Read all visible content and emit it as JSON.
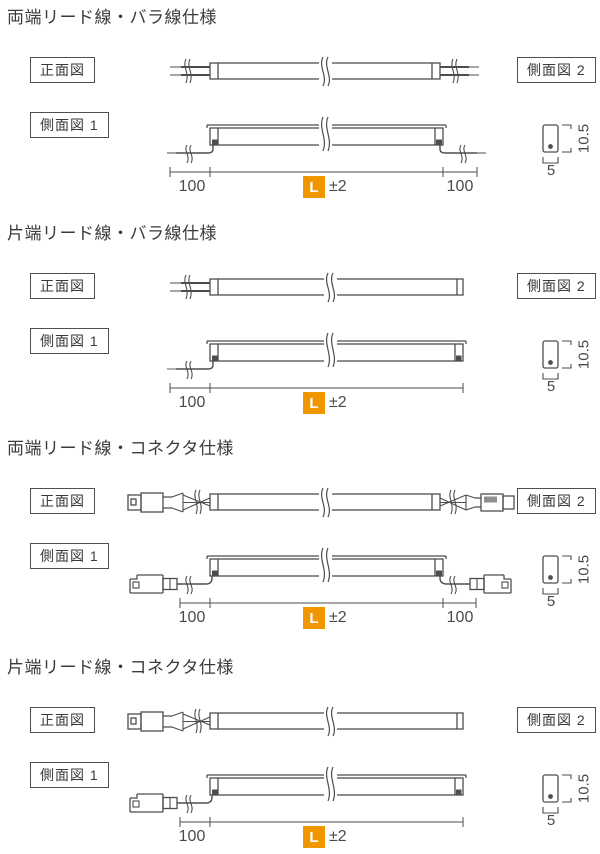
{
  "page": {
    "background": "#ffffff",
    "line_color": "#4d4d4d",
    "accent_color": "#f29600"
  },
  "labels": {
    "front_view": "正面図",
    "side_view_1": "側面図 1",
    "side_view_2": "側面図 2"
  },
  "dims": {
    "lead_length": "100",
    "length_symbol": "L",
    "tolerance": "±2",
    "section_height": "10.5",
    "section_width": "5"
  },
  "sections": [
    {
      "title": "両端リード線・バラ線仕様"
    },
    {
      "title": "片端リード線・バラ線仕様"
    },
    {
      "title": "両端リード線・コネクタ仕様"
    },
    {
      "title": "片端リード線・コネクタ仕様"
    }
  ]
}
